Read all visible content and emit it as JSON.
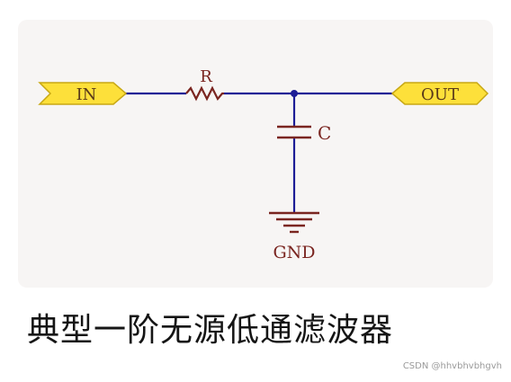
{
  "circuit": {
    "input_port": "IN",
    "output_port": "OUT",
    "resistor_label": "R",
    "capacitor_label": "C",
    "ground_label": "GND"
  },
  "caption": "典型一阶无源低通滤波器",
  "watermark": "CSDN @hhvbhvbhgvh",
  "colors": {
    "wire": "#1d1d96",
    "component": "#7a2520",
    "port_fill": "#fde03a",
    "port_stroke": "#c8a814",
    "background": "#ffffff",
    "schematic_panel": "#f7f5f4"
  },
  "icons": {
    "input_port": "input-port-flag-icon",
    "output_port": "output-port-flag-icon",
    "resistor": "resistor-icon",
    "capacitor": "capacitor-icon",
    "ground": "ground-icon",
    "junction": "junction-dot-icon"
  }
}
